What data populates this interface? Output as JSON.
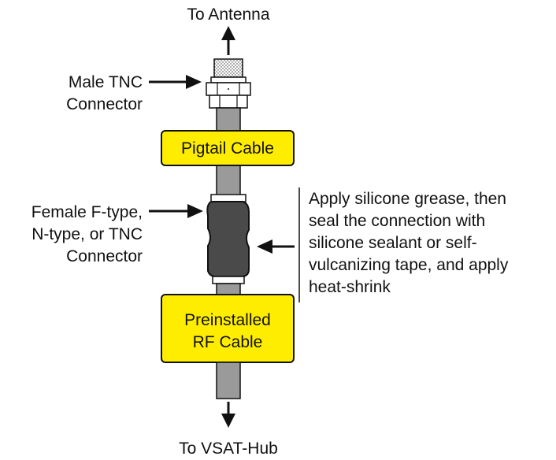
{
  "diagram": {
    "top_label": "To Antenna",
    "bottom_label": "To VSAT-Hub",
    "male_connector": {
      "line1": "Male TNC",
      "line2": "Connector"
    },
    "pigtail_label": "Pigtail Cable",
    "female_connector": {
      "line1": "Female F-type,",
      "line2": "N-type, or TNC",
      "line3": "Connector"
    },
    "preinstalled": {
      "line1": "Preinstalled",
      "line2": "RF Cable"
    },
    "instruction": {
      "line1": "Apply silicone grease, then",
      "line2": "seal the connection with",
      "line3": "silicone sealant or self-",
      "line4": "vulcanizing tape, and apply",
      "line5": "heat-shrink"
    },
    "colors": {
      "label_box_fill": "#ffed00",
      "cable_fill": "#9a9a9a",
      "connector_fill": "#4a4a4a",
      "outline": "#111111"
    }
  }
}
